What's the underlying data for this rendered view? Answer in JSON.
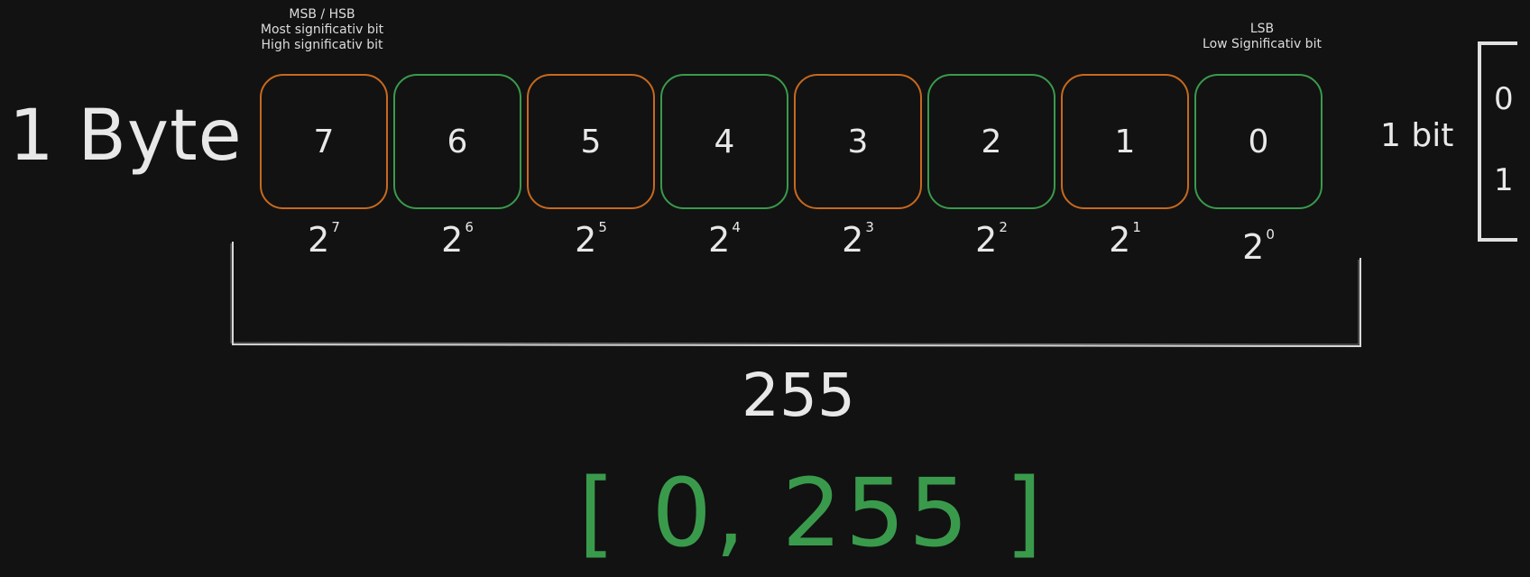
{
  "title": "1 Byte",
  "msb_label": {
    "line1": "MSB / HSB",
    "line2": "Most significativ bit",
    "line3": "High significativ bit"
  },
  "lsb_label": {
    "line1": "LSB",
    "line2": "Low Significativ bit"
  },
  "bits": [
    {
      "index": "7",
      "color": "#c8691e"
    },
    {
      "index": "6",
      "color": "#3a9a4c"
    },
    {
      "index": "5",
      "color": "#c8691e"
    },
    {
      "index": "4",
      "color": "#3a9a4c"
    },
    {
      "index": "3",
      "color": "#c8691e"
    },
    {
      "index": "2",
      "color": "#3a9a4c"
    },
    {
      "index": "1",
      "color": "#c8691e"
    },
    {
      "index": "0",
      "color": "#3a9a4c"
    }
  ],
  "powers": [
    {
      "base": "2",
      "exp": "7"
    },
    {
      "base": "2",
      "exp": "6"
    },
    {
      "base": "2",
      "exp": "5"
    },
    {
      "base": "2",
      "exp": "4"
    },
    {
      "base": "2",
      "exp": "3"
    },
    {
      "base": "2",
      "exp": "2"
    },
    {
      "base": "2",
      "exp": "1"
    },
    {
      "base": "2",
      "exp": "0"
    }
  ],
  "one_bit": {
    "label": "1 bit",
    "values": [
      "0",
      "1"
    ]
  },
  "total": "255",
  "range": "[ 0, 255 ]",
  "colors": {
    "background": "#121212",
    "orange": "#c8691e",
    "green": "#3a9a4c",
    "text": "#e8e8e8"
  }
}
